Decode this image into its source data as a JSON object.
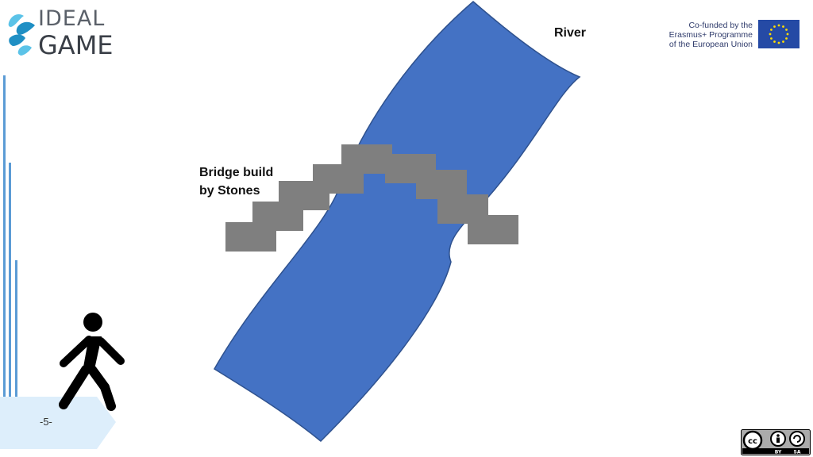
{
  "logo": {
    "line1": "IDEAL",
    "line2": "GAME",
    "color_dark": "#3a3f47",
    "color_drop_dark": "#1f8fc4",
    "color_drop_light": "#5bc3e8"
  },
  "eu": {
    "line1": "Co-funded by the",
    "line2": "Erasmus+ Programme",
    "line3": "of the European Union",
    "flag_color": "#254aa5",
    "star_color": "#ffdd00"
  },
  "labels": {
    "river": "River",
    "bridge_line1": "Bridge build",
    "bridge_line2": "by Stones"
  },
  "colors": {
    "river": "#4472c4",
    "river_edge": "#2f528f",
    "stone": "#7f7f7f",
    "sidebar_line": "#5b9bd5",
    "footer_tab": "#ddeefb",
    "walker": "#000000"
  },
  "icons": {
    "walker": "person-walking-icon",
    "cc": "creative-commons-icon"
  },
  "footer": {
    "page_number": "-5-",
    "license_by": "BY",
    "license_sa": "SA"
  }
}
